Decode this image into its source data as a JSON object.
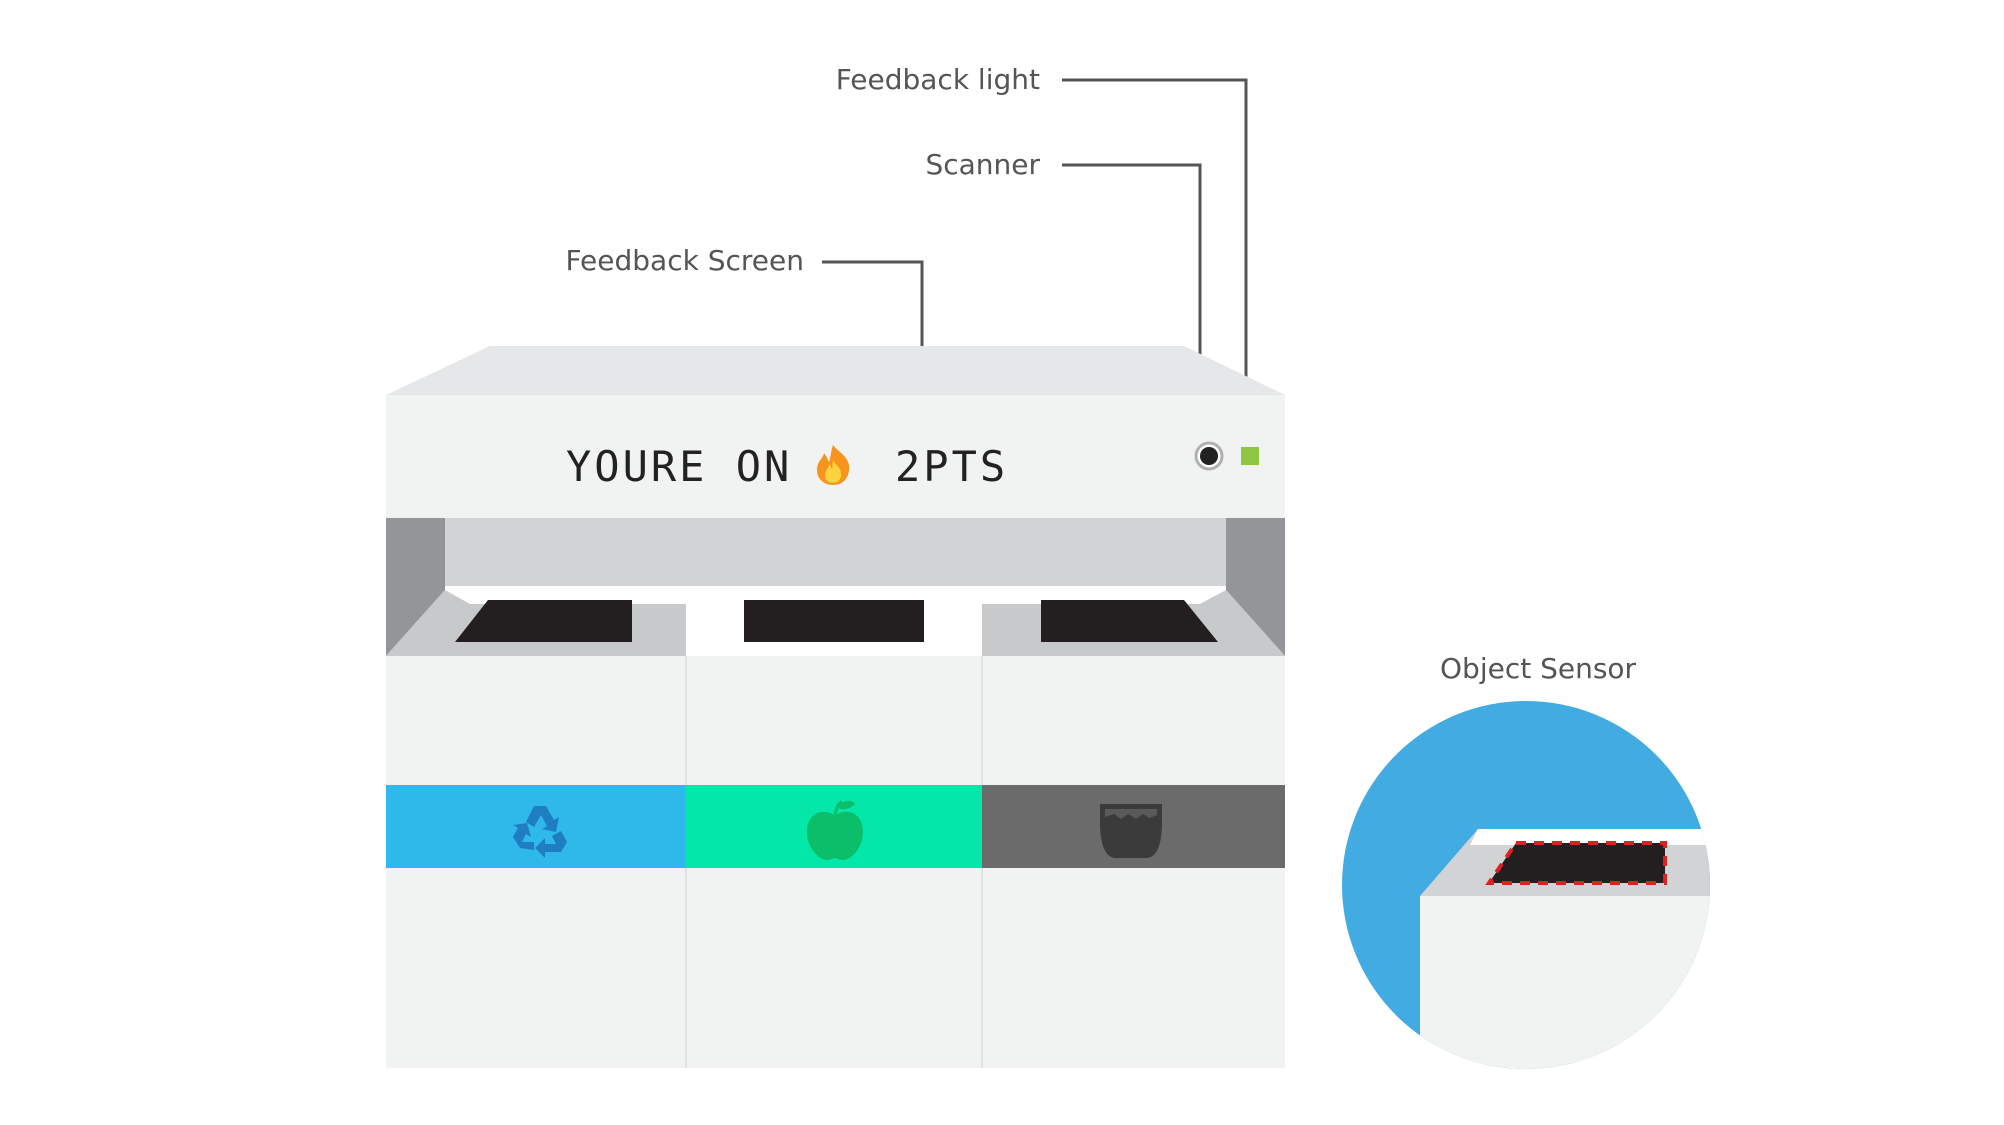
{
  "labels": {
    "feedback_light": "Feedback light",
    "scanner": "Scanner",
    "feedback_screen": "Feedback Screen",
    "object_sensor": "Object Sensor"
  },
  "screen": {
    "message": "YOURE ON",
    "points": "2PTS",
    "icon": "fire-emoji-icon"
  },
  "bins": [
    {
      "icon": "recycle-icon",
      "color": "#2EB9EA",
      "icon_color": "#1F7EC2"
    },
    {
      "icon": "apple-icon",
      "color": "#03E8A8",
      "icon_color": "#0BBE6A"
    },
    {
      "icon": "trash-can-icon",
      "color": "#6B6B6B",
      "icon_color": "#3B3B3B"
    }
  ],
  "colors": {
    "feedback_light": "#8DC63F",
    "sensor_background": "#42ABE1",
    "sensor_outline": "#E02020"
  }
}
